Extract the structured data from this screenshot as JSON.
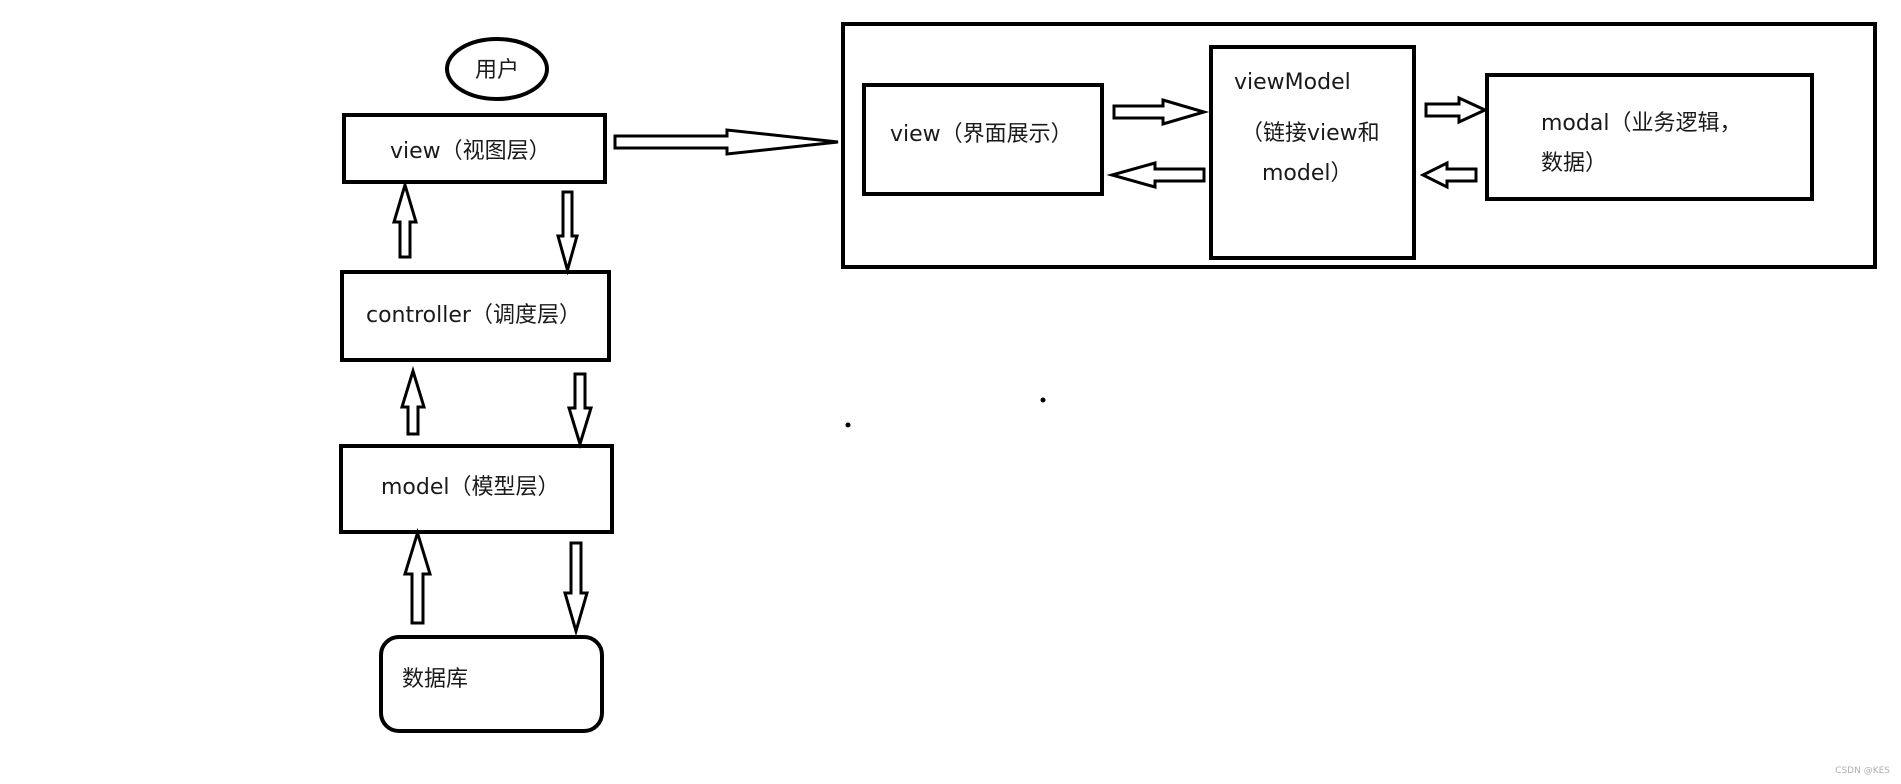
{
  "mvc": {
    "user": "用户",
    "view": "view（视图层）",
    "controller": "controller（调度层）",
    "model": "model（模型层）",
    "database": "数据库"
  },
  "mvvm": {
    "view": "view（界面展示）",
    "viewmodel_title": "viewModel",
    "viewmodel_desc_line1": "（链接view和",
    "viewmodel_desc_line2": "model）",
    "modal_line1": "modal（业务逻辑，",
    "modal_line2": "数据）"
  },
  "watermark": "CSDN @KES"
}
